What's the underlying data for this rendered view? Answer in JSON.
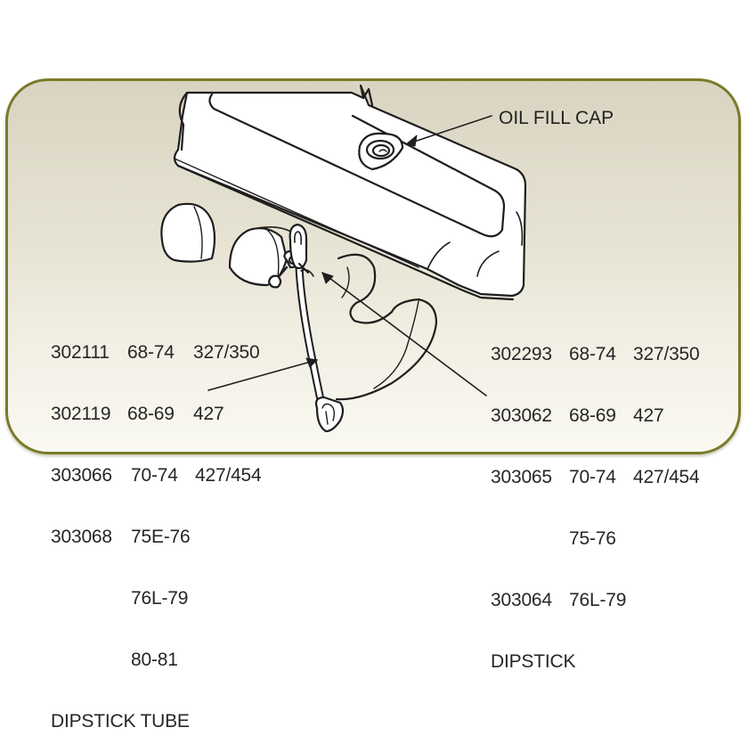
{
  "diagram": {
    "callouts": {
      "oil_fill_cap": "OIL FILL CAP"
    },
    "dipstick_tube": {
      "title": "DIPSTICK TUBE",
      "rows": [
        {
          "part": "302111",
          "years": "68-74",
          "engine": "327/350"
        },
        {
          "part": "302119",
          "years": "68-69",
          "engine": "427"
        },
        {
          "part": "303066",
          "years": "70-74",
          "engine": "427/454"
        },
        {
          "part": "303068",
          "years": "75E-76",
          "engine": ""
        },
        {
          "part": "",
          "years": "76L-79",
          "engine": ""
        },
        {
          "part": "",
          "years": "80-81",
          "engine": ""
        }
      ]
    },
    "dipstick": {
      "title": "DIPSTICK",
      "rows": [
        {
          "part": "302293",
          "years": "68-74",
          "engine": "327/350"
        },
        {
          "part": "303062",
          "years": "68-69",
          "engine": "427"
        },
        {
          "part": "303065",
          "years": "70-74",
          "engine": "427/454"
        },
        {
          "part": "",
          "years": "75-76",
          "engine": ""
        },
        {
          "part": "303064",
          "years": "76L-79",
          "engine": ""
        }
      ]
    },
    "colors": {
      "border": "#7b7a2a",
      "background_top": "#d9d4c1",
      "background_bottom": "#faf9f2",
      "line_art": "#1e1e1e",
      "text": "#262626"
    }
  }
}
